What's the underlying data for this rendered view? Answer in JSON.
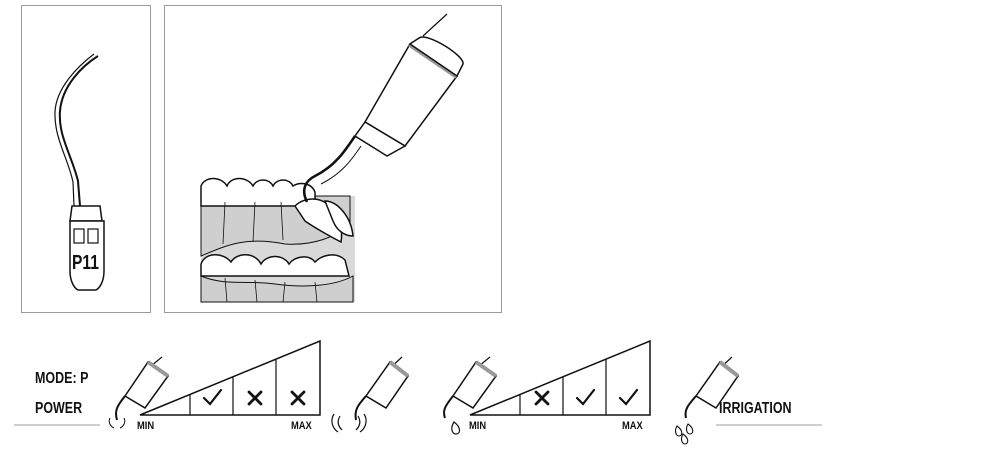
{
  "tip": {
    "code": "P11"
  },
  "power": {
    "mode_label": "MODE: P",
    "power_label": "POWER",
    "min_label": "MIN",
    "max_label": "MAX",
    "cells": [
      "check",
      "cross",
      "cross"
    ]
  },
  "irrigation": {
    "label": "IRRIGATION",
    "min_label": "MIN",
    "max_label": "MAX",
    "cells": [
      "cross",
      "check",
      "check"
    ]
  },
  "icons": {
    "check": "check-icon",
    "cross": "cross-icon"
  },
  "colors": {
    "line": "#111111",
    "gray": "#cfcfcf",
    "frame": "#9a9a9a"
  }
}
